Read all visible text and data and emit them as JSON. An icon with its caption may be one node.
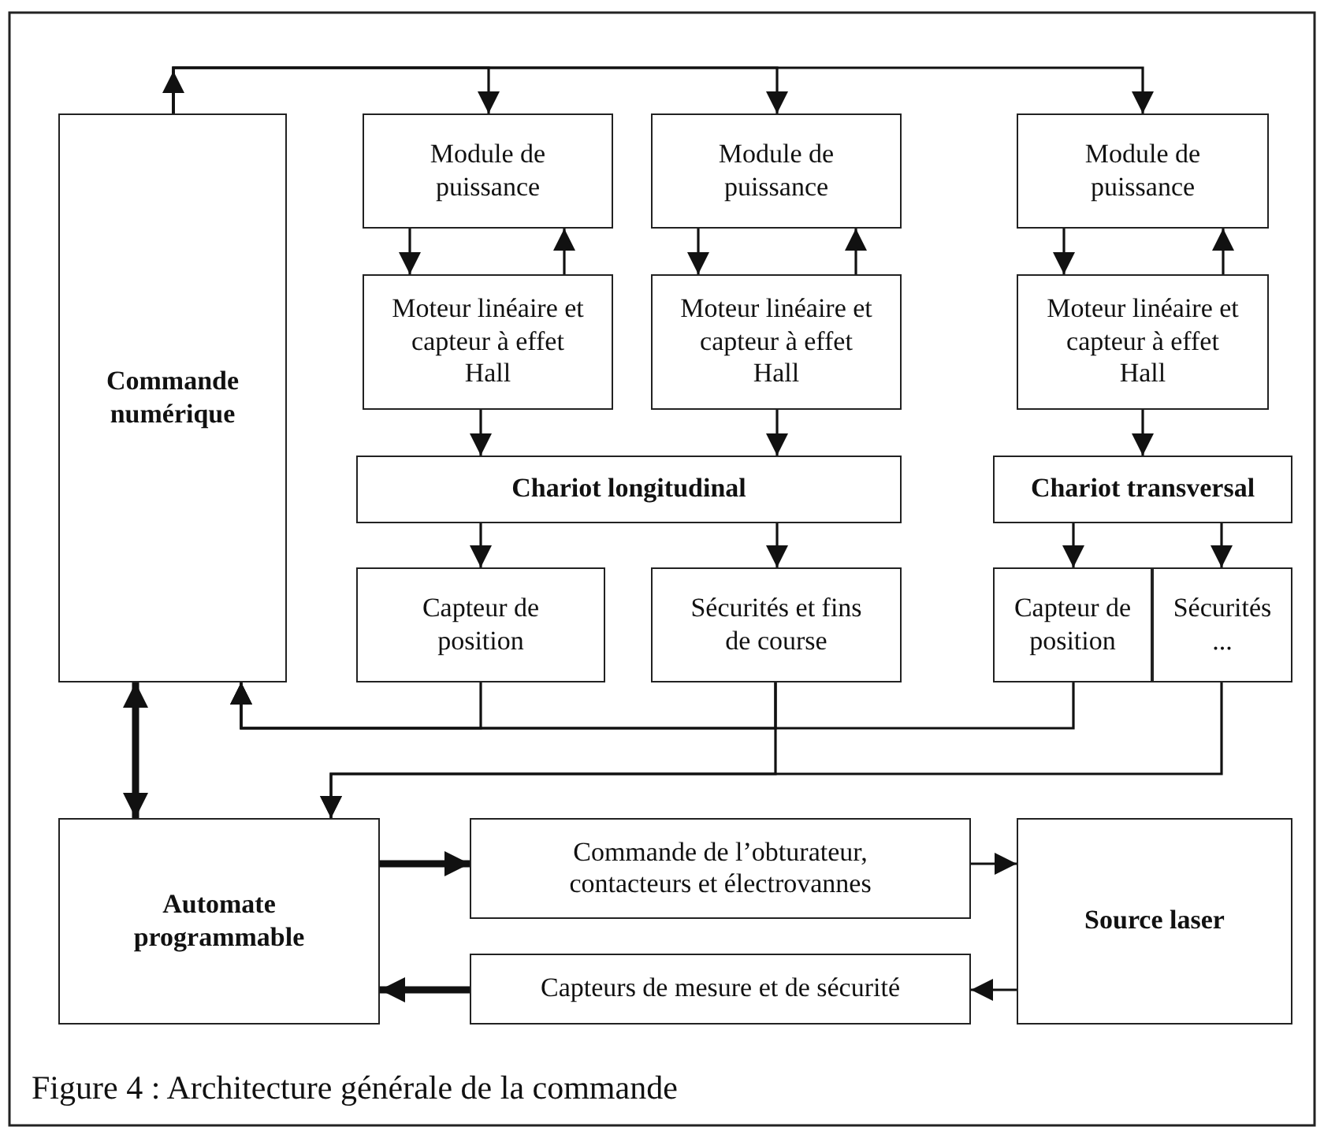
{
  "diagram": {
    "caption": "Figure 4 : Architecture générale de la commande",
    "nodes": [
      {
        "text": [
          "Commande numérique"
        ]
      },
      {
        "text": [
          "Module de puissance"
        ]
      },
      {
        "text": [
          "Moteur linéaire et capteur à effet Hall"
        ]
      },
      {
        "text": [
          "Module de puissance"
        ]
      },
      {
        "text": [
          "Moteur linéaire et capteur à effet Hall"
        ]
      },
      {
        "text": [
          "Module de puissance"
        ]
      },
      {
        "text": [
          "Moteur linéaire et capteur à effet Hall"
        ]
      },
      {
        "text": [
          "Chariot longitudinal"
        ]
      },
      {
        "text": [
          "Chariot transversal"
        ]
      },
      {
        "text": [
          "Capteur de position"
        ]
      },
      {
        "text": [
          "Sécurités et fins de course"
        ]
      },
      {
        "text": [
          "Capteur de position"
        ]
      },
      {
        "text": [
          "Sécurités ..."
        ]
      },
      {
        "text": [
          "Automate programmable"
        ]
      },
      {
        "text": [
          "Commande de l’obturateur, contacteurs et électrovannes"
        ]
      },
      {
        "text": [
          "Capteurs de mesure et de sécurité"
        ]
      },
      {
        "text": [
          "Source laser"
        ]
      }
    ],
    "edges": [
      {
        "from": 0,
        "to": 1,
        "arrow": "to"
      },
      {
        "from": 0,
        "to": 3,
        "arrow": "to"
      },
      {
        "from": 0,
        "to": 5,
        "arrow": "to"
      },
      {
        "from": 1,
        "to": 2,
        "arrow": "to"
      },
      {
        "from": 2,
        "to": 1,
        "arrow": "to"
      },
      {
        "from": 3,
        "to": 4,
        "arrow": "to"
      },
      {
        "from": 4,
        "to": 3,
        "arrow": "to"
      },
      {
        "from": 5,
        "to": 6,
        "arrow": "to"
      },
      {
        "from": 6,
        "to": 5,
        "arrow": "to"
      },
      {
        "from": 2,
        "to": 7,
        "arrow": "to"
      },
      {
        "from": 4,
        "to": 7,
        "arrow": "to"
      },
      {
        "from": 6,
        "to": 8,
        "arrow": "to"
      },
      {
        "from": 7,
        "to": 9,
        "arrow": "to"
      },
      {
        "from": 7,
        "to": 10,
        "arrow": "to"
      },
      {
        "from": 8,
        "to": 11,
        "arrow": "to"
      },
      {
        "from": 8,
        "to": 12,
        "arrow": "to"
      },
      {
        "from": 9,
        "to": 0,
        "arrow": "to"
      },
      {
        "from": 10,
        "to": 0,
        "arrow": "to"
      },
      {
        "from": 11,
        "to": 0,
        "arrow": "to"
      },
      {
        "from": 10,
        "to": 13,
        "arrow": "to"
      },
      {
        "from": 12,
        "to": 13,
        "arrow": "to"
      },
      {
        "from": 0,
        "to": 13,
        "arrow": "both",
        "style": "thick"
      },
      {
        "from": 13,
        "to": 14,
        "arrow": "to",
        "style": "thick"
      },
      {
        "from": 14,
        "to": 16,
        "arrow": "to"
      },
      {
        "from": 16,
        "to": 15,
        "arrow": "to"
      },
      {
        "from": 15,
        "to": 13,
        "arrow": "to",
        "style": "thick"
      }
    ]
  }
}
